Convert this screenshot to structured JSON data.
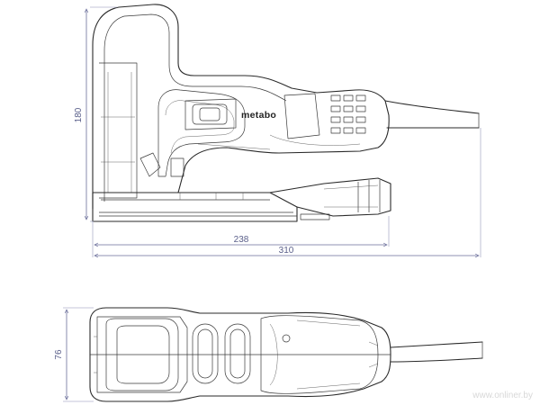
{
  "product": {
    "brand_label": "metabo"
  },
  "dimensions": {
    "height_side": "180",
    "base_length": "238",
    "overall_length": "310",
    "width_top": "76"
  },
  "watermark": "www.onliner.by",
  "colors": {
    "outline": "#2a2a2a",
    "dimension_line": "#6a6e9a",
    "background": "#ffffff"
  }
}
